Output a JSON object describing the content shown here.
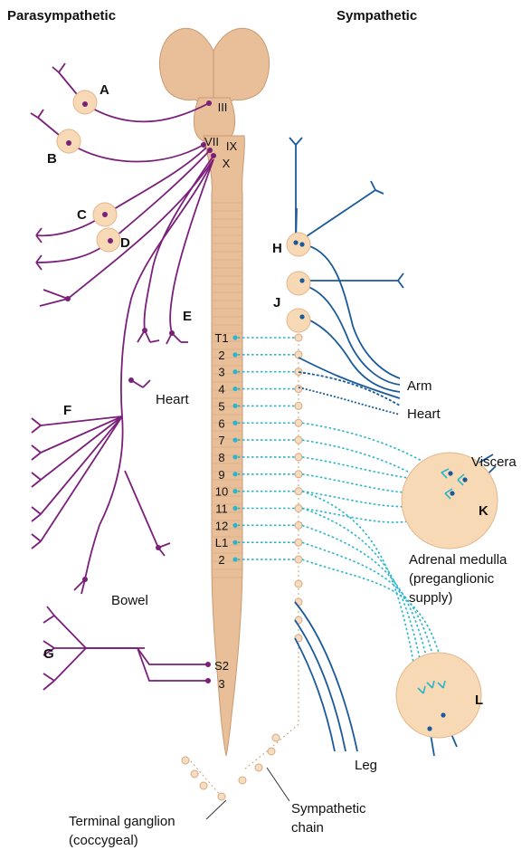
{
  "headers": {
    "left": "Parasympathetic",
    "right": "Sympathetic"
  },
  "cranial_nerves": [
    "III",
    "VII",
    "IX",
    "X"
  ],
  "segments": [
    "T1",
    "2",
    "3",
    "4",
    "5",
    "6",
    "7",
    "8",
    "9",
    "10",
    "11",
    "12",
    "L1",
    "2"
  ],
  "sacral_segments": [
    "S2",
    "3"
  ],
  "letters": [
    "A",
    "B",
    "C",
    "D",
    "E",
    "F",
    "G",
    "H",
    "J",
    "K",
    "L"
  ],
  "captions": {
    "heart_left": "Heart",
    "bowel": "Bowel",
    "arm": "Arm",
    "heart_right": "Heart",
    "viscera": "Viscera",
    "adrenal_1": "Adrenal medulla",
    "adrenal_2": "(preganglionic",
    "adrenal_3": "supply)",
    "leg": "Leg",
    "terminal_1": "Terminal ganglion",
    "terminal_2": "(coccygeal)",
    "chain_1": "Sympathetic",
    "chain_2": "chain"
  },
  "colors": {
    "parasympathetic": "#7a1f7a",
    "sympathetic": "#1a5a9a",
    "preganglionic": "#2ab5cc",
    "ganglion": "#f7d9b6",
    "cord": "#e8bf98"
  }
}
